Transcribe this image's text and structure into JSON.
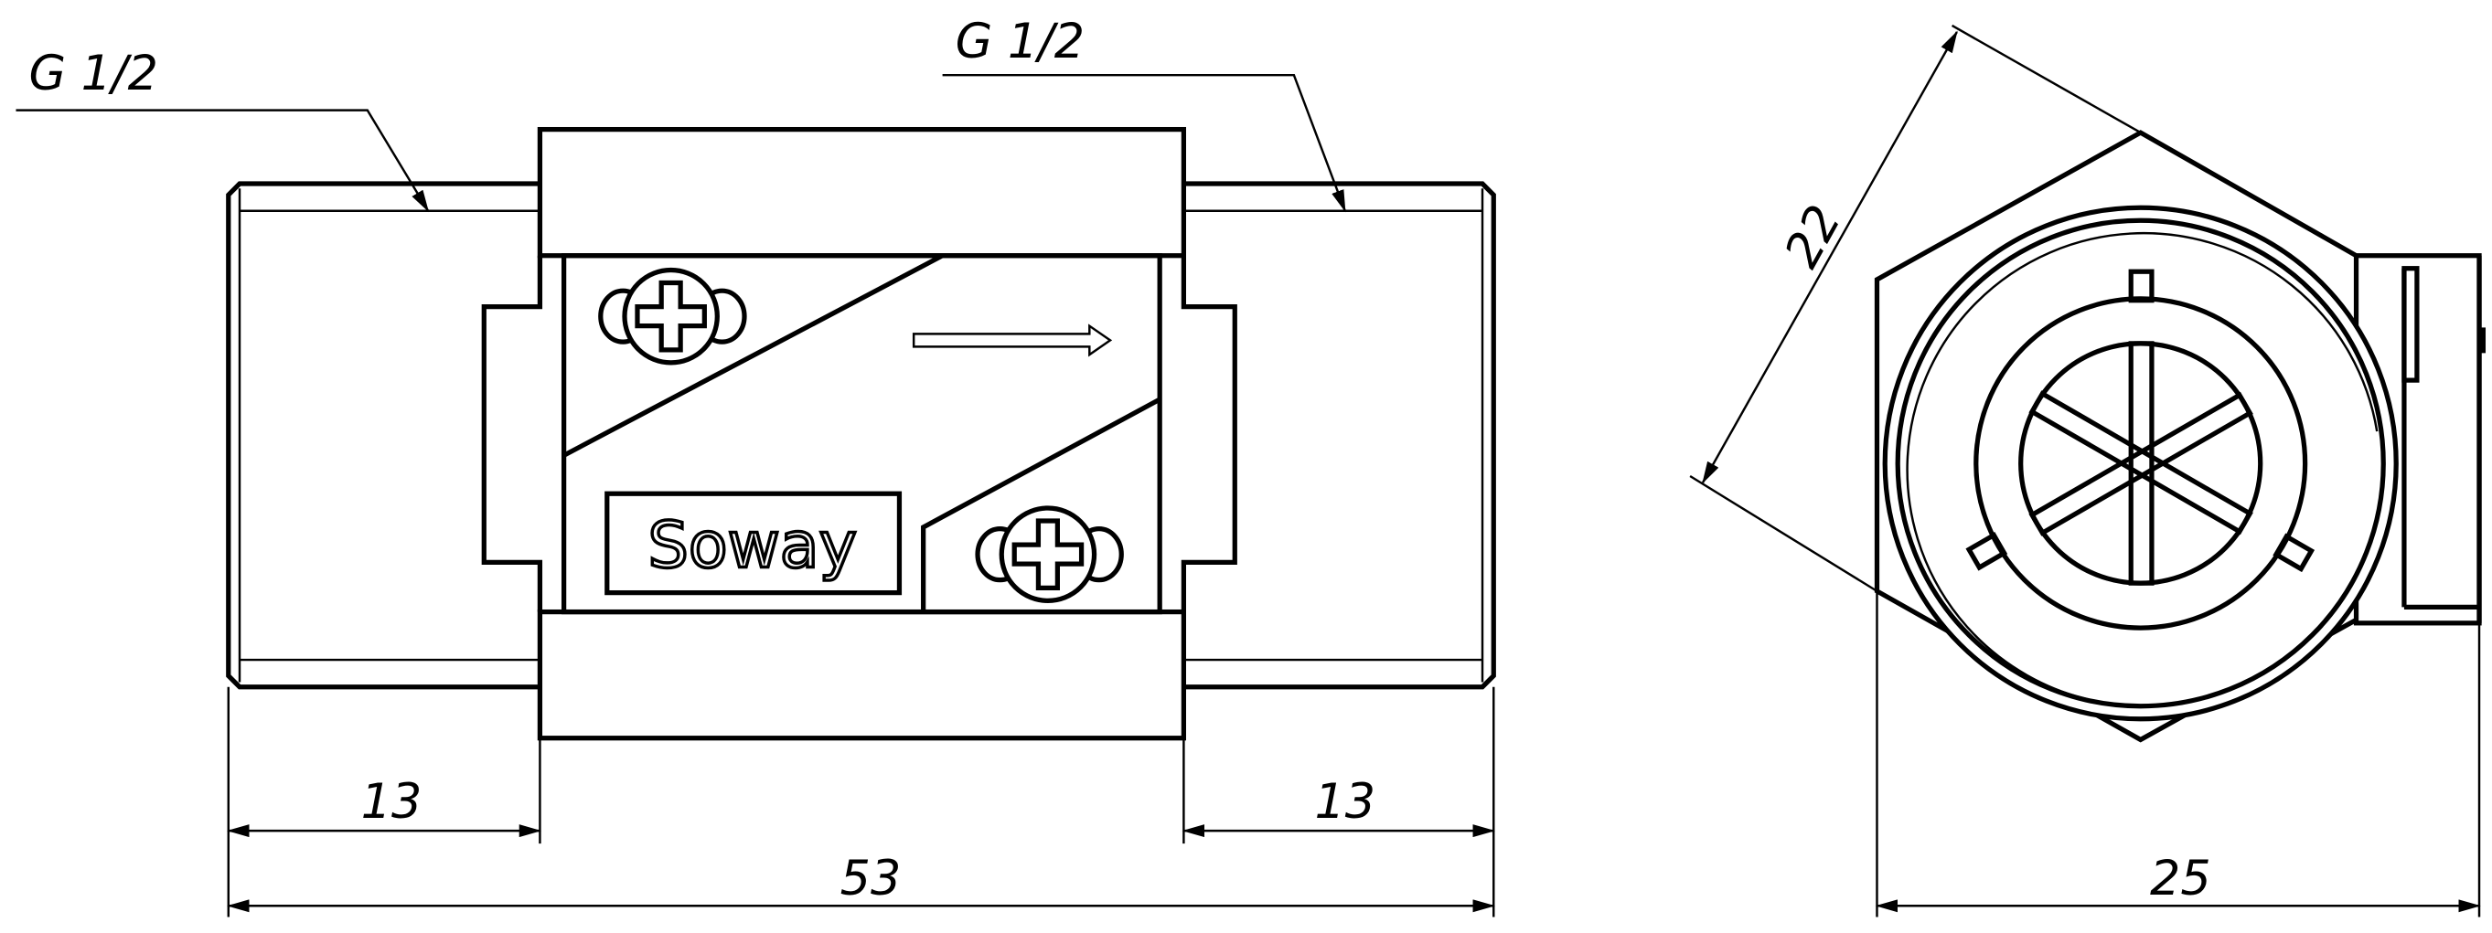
{
  "front_view": {
    "thread_left": "G 1/2",
    "thread_right": "G 1/2",
    "brand": "Soway",
    "dim_left": "13",
    "dim_right": "13",
    "dim_total": "53"
  },
  "side_view": {
    "dim_across_flats": "22",
    "dim_width": "25"
  }
}
